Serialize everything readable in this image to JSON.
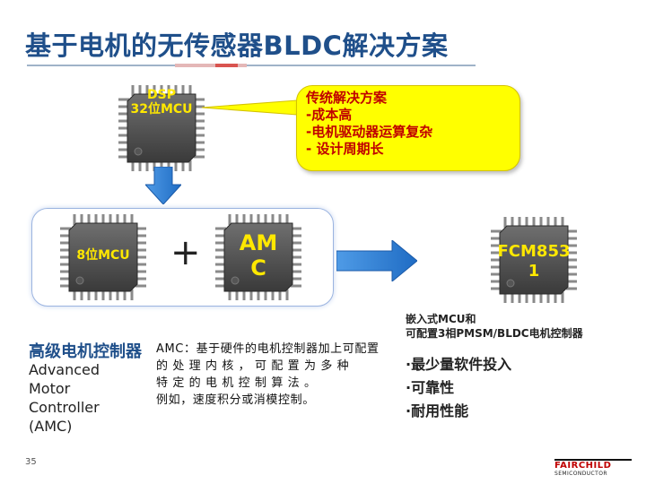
{
  "title": "基于电机的无传感器BLDC解决方案",
  "chips": {
    "dsp": {
      "line1": "DSP",
      "line2": "32位MCU"
    },
    "mcu8": {
      "label": "8位MCU"
    },
    "amc": {
      "line1": "AM",
      "line2": "C"
    },
    "fcm": {
      "line1": "FCM853",
      "line2": "1"
    }
  },
  "callout": {
    "lines": [
      "传统解决方案",
      "-成本高",
      "-电机驱动器运算复杂",
      "- 设计周期长"
    ]
  },
  "plus": "+",
  "fcm_caption": {
    "line1": "嵌入式MCU和",
    "line2": "可配置3相PMSM/BLDC电机控制器"
  },
  "amc_section": {
    "title": "高级电机控制器",
    "en_lines": [
      "Advanced",
      "Motor",
      "Controller",
      "(AMC)"
    ],
    "desc_lines": [
      "AMC：基于硬件的电机控制器加上可配置",
      "的 处 理 内 核 ， 可 配 置 为 多 种",
      "特 定 的 电 机 控 制 算 法 。",
      "例如，速度积分或消模控制。"
    ]
  },
  "benefits": [
    "·最少量软件投入",
    "·可靠性",
    "·耐用性能"
  ],
  "page_number": "35",
  "logo": {
    "line1": "FAIRCHILD",
    "line2": "SEMICONDUCTOR"
  },
  "colors": {
    "title": "#1f4f8a",
    "callout_bg": "#ffff00",
    "callout_text": "#c00000",
    "arrow": "#2e7fd6",
    "chip_label": "#ffe800"
  }
}
